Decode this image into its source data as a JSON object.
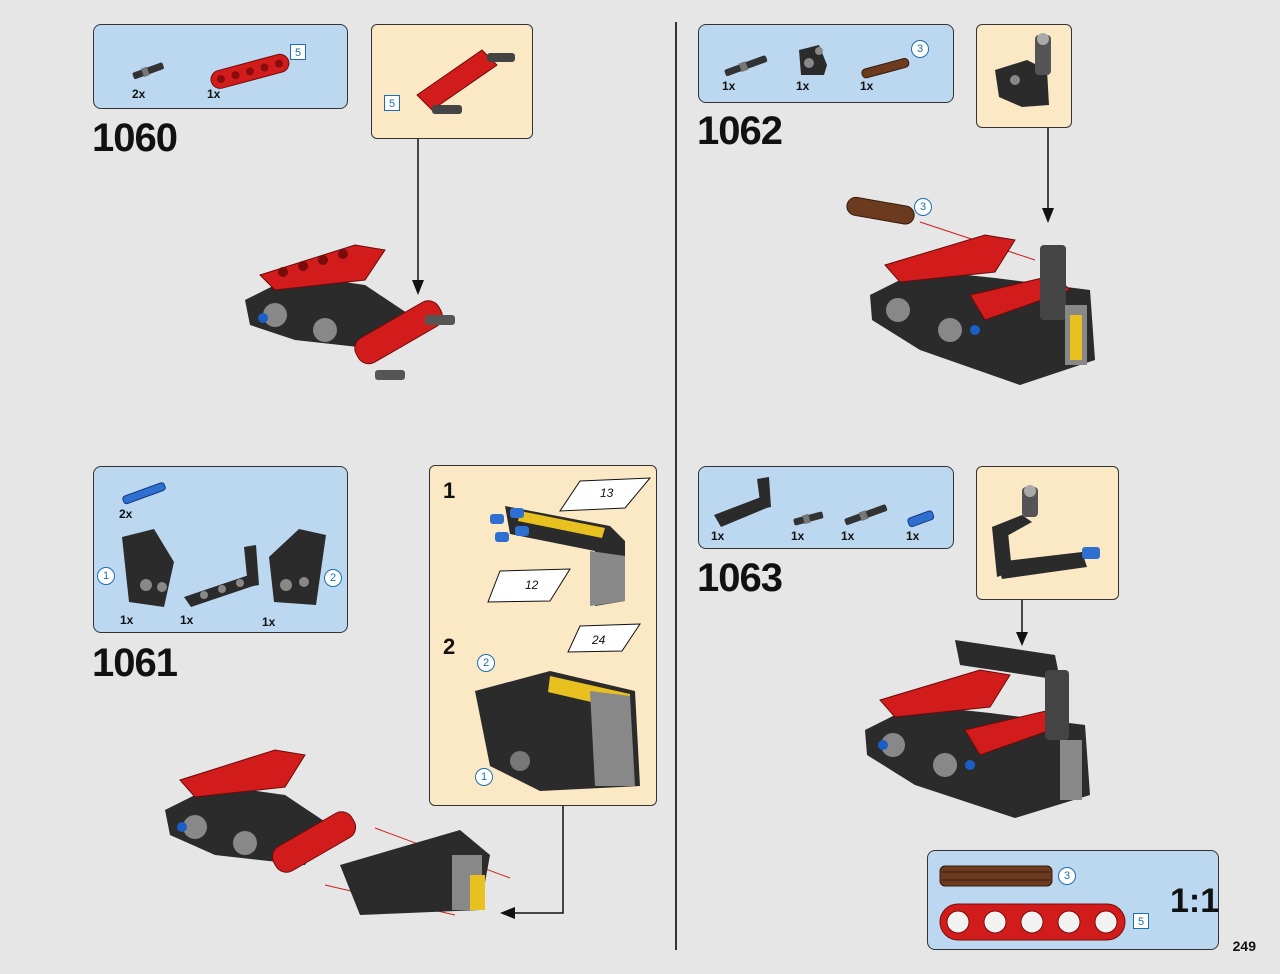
{
  "page": {
    "number": "249"
  },
  "steps": [
    {
      "number": "1060",
      "parts": [
        {
          "qty": "2x",
          "icon": "axle-pin-icon"
        },
        {
          "qty": "1x",
          "icon": "red-beam-icon",
          "length": "5"
        }
      ],
      "subassembly": {
        "length": "5"
      }
    },
    {
      "number": "1061",
      "parts": [
        {
          "qty": "2x",
          "icon": "blue-pin-icon"
        },
        {
          "qty": "1x",
          "icon": "panel-left-icon",
          "marker": "1"
        },
        {
          "qty": "1x",
          "icon": "angled-beam-icon"
        },
        {
          "qty": "1x",
          "icon": "panel-right-icon",
          "marker": "2"
        }
      ],
      "subassembly": {
        "substeps": [
          {
            "index": "1",
            "callouts": [
              "13",
              "12"
            ]
          },
          {
            "index": "2",
            "callouts": [
              "24"
            ],
            "markers": [
              "2",
              "1"
            ]
          }
        ]
      }
    },
    {
      "number": "1062",
      "parts": [
        {
          "qty": "1x",
          "icon": "axle-pin-icon"
        },
        {
          "qty": "1x",
          "icon": "connector-icon"
        },
        {
          "qty": "1x",
          "icon": "brown-axle-icon",
          "length": "3"
        }
      ],
      "assembly": {
        "length": "3"
      }
    },
    {
      "number": "1063",
      "parts": [
        {
          "qty": "1x",
          "icon": "bent-beam-icon"
        },
        {
          "qty": "1x",
          "icon": "axle-pin-icon"
        },
        {
          "qty": "1x",
          "icon": "long-pin-icon"
        },
        {
          "qty": "1x",
          "icon": "blue-pin-icon"
        }
      ]
    }
  ],
  "scale_box": {
    "ratio": "1:1",
    "items": [
      {
        "icon": "brown-axle-icon",
        "length": "3"
      },
      {
        "icon": "red-beam-icon",
        "length": "5"
      }
    ]
  }
}
